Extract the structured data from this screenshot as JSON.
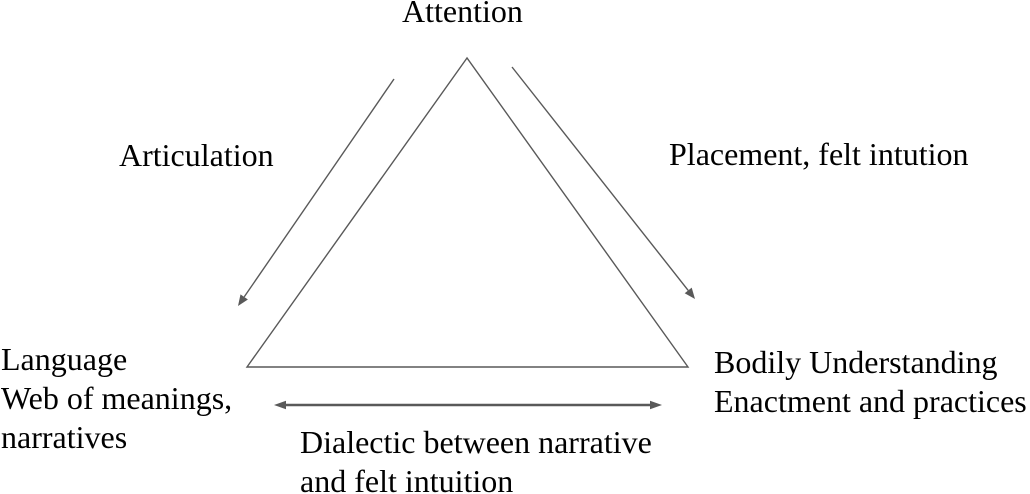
{
  "diagram": {
    "colors": {
      "line": "#595959",
      "text": "#000000",
      "background": "#ffffff"
    },
    "vertices": {
      "top": {
        "label": "Attention"
      },
      "bottom_left": {
        "lines": [
          "Language",
          "Web of meanings,",
          "narratives"
        ]
      },
      "bottom_right": {
        "lines": [
          "Bodily Understanding",
          "Enactment and practices"
        ]
      }
    },
    "edges": {
      "left": {
        "label": "Articulation",
        "direction": "top-to-bottom-left"
      },
      "right": {
        "label": "Placement, felt intution",
        "direction": "top-to-bottom-right"
      },
      "bottom": {
        "lines": [
          "Dialectic between narrative",
          "and felt intuition"
        ],
        "direction": "bidirectional"
      }
    }
  }
}
